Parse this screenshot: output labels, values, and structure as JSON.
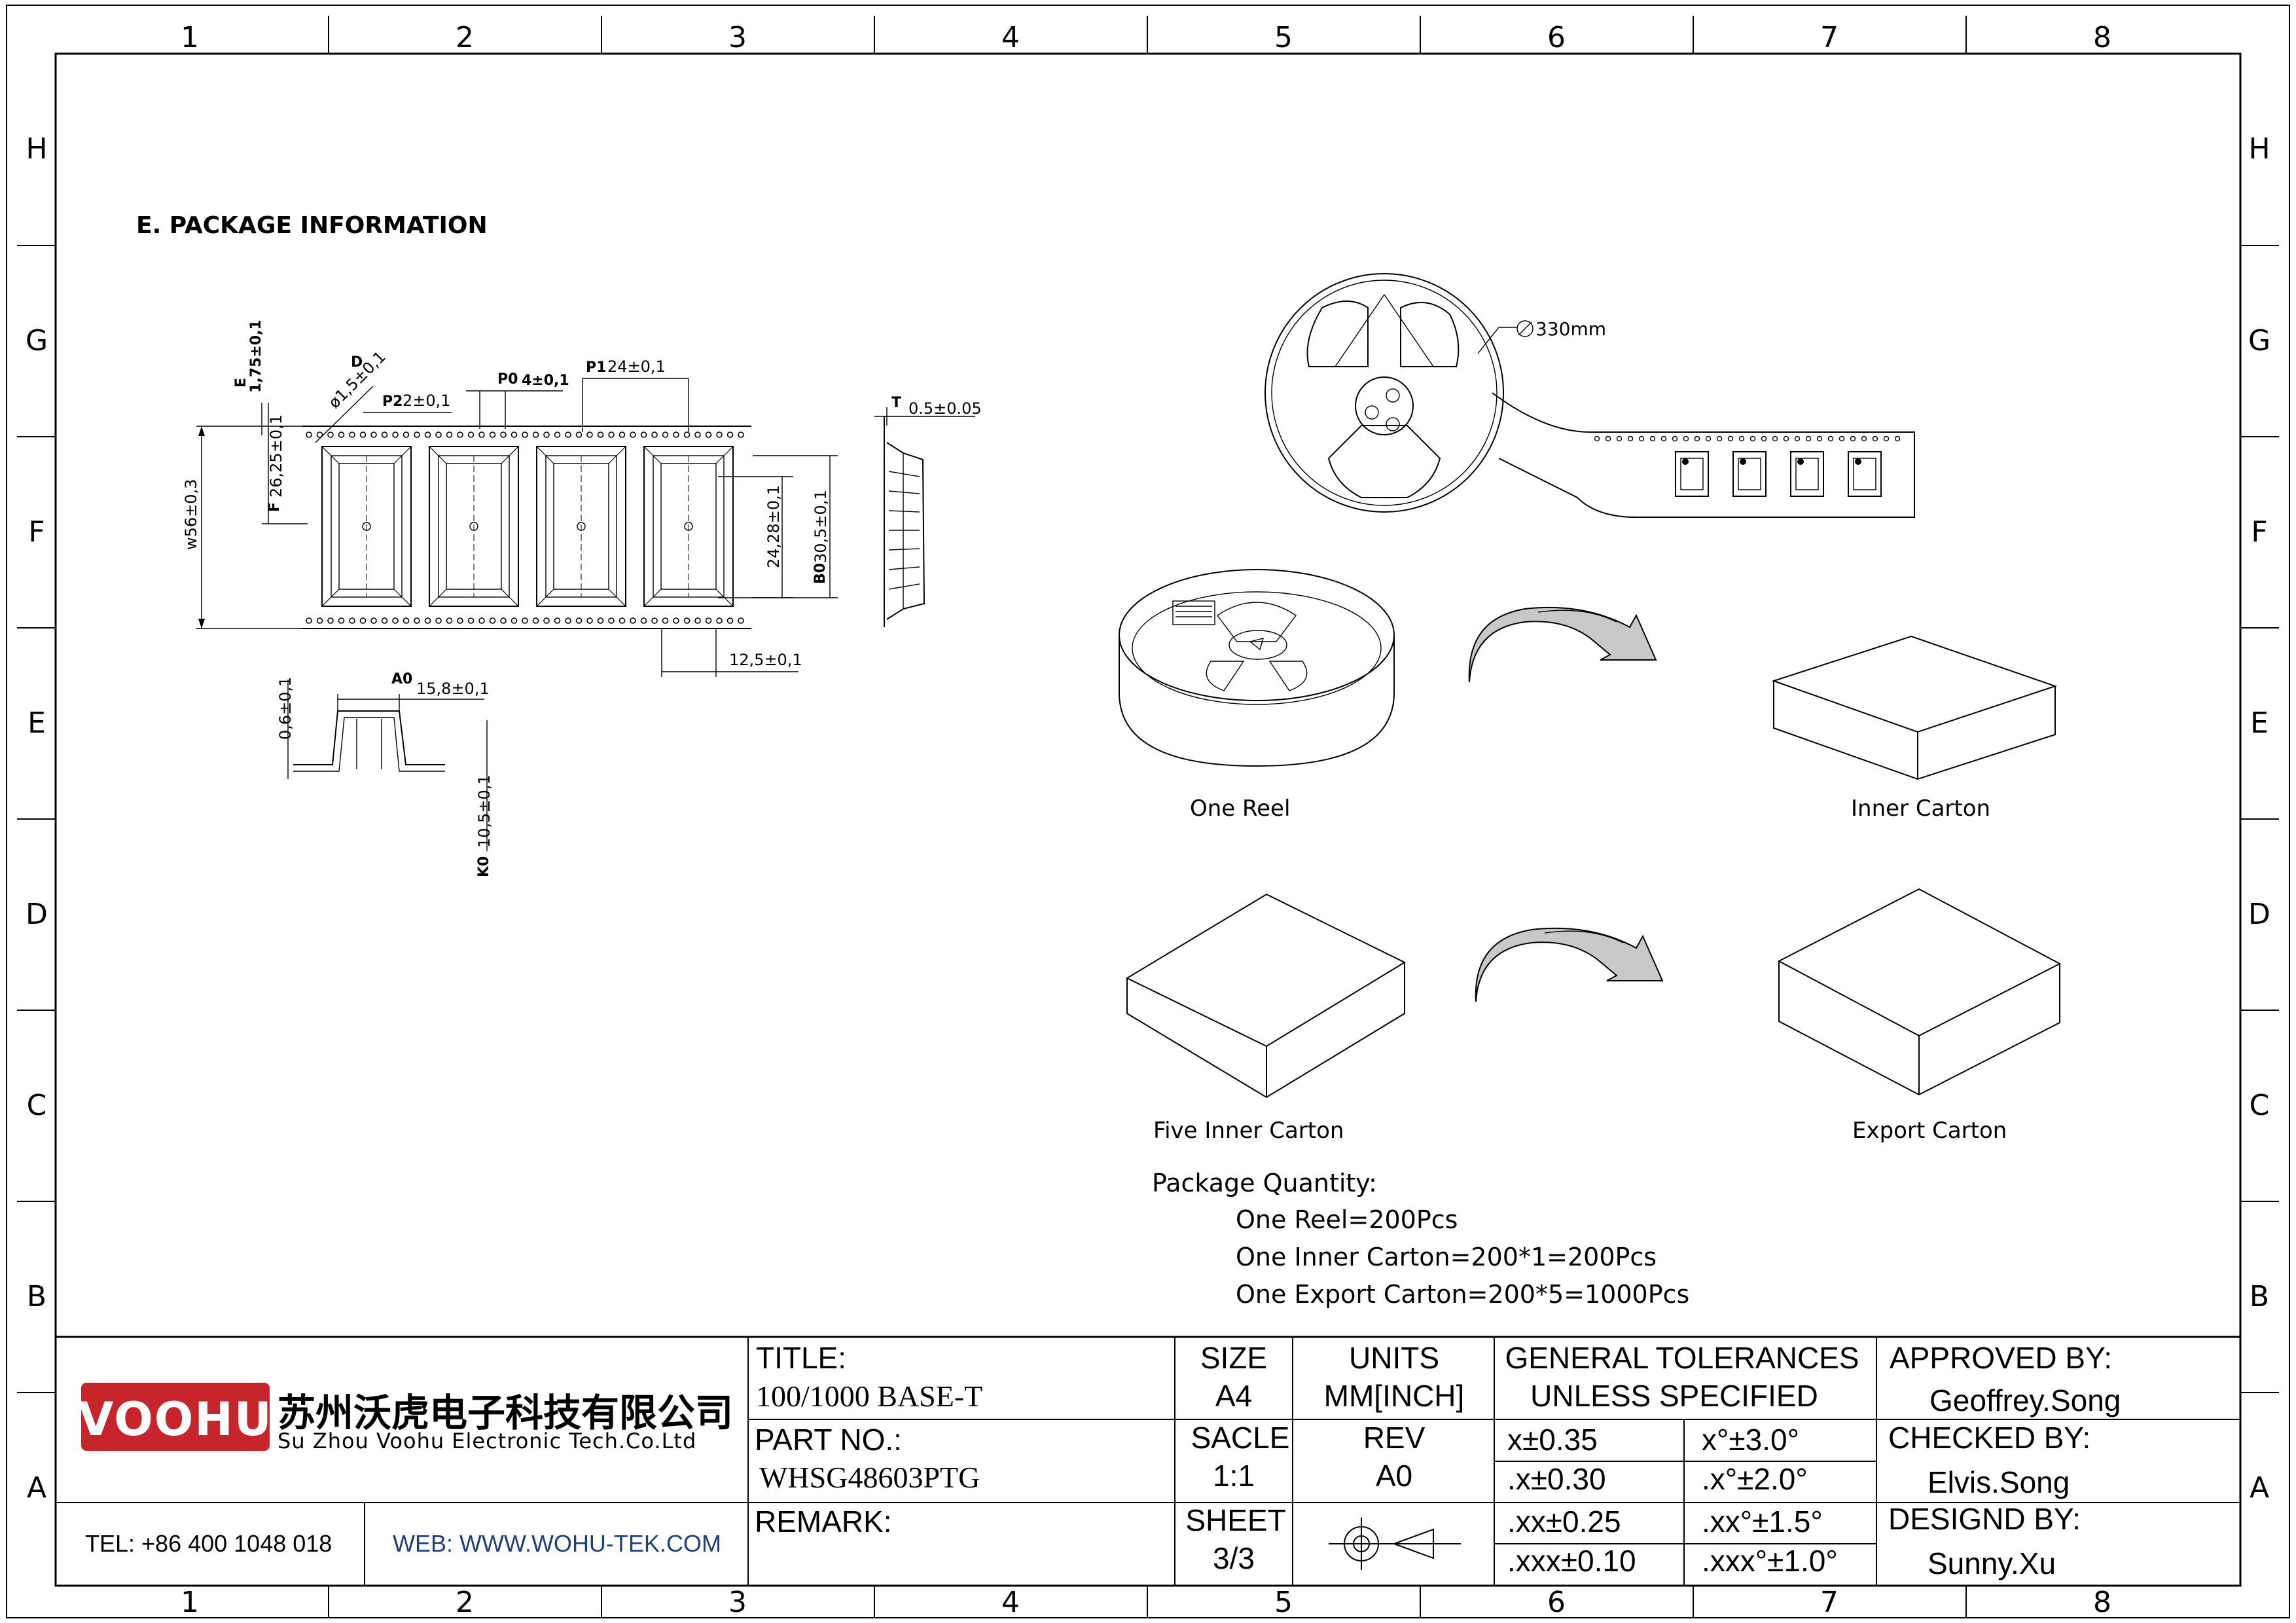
{
  "zones": {
    "columns": [
      "1",
      "2",
      "3",
      "4",
      "5",
      "6",
      "7",
      "8"
    ],
    "rows": [
      "H",
      "G",
      "F",
      "E",
      "D",
      "C",
      "B",
      "A"
    ]
  },
  "section_title": "E. PACKAGE INFORMATION",
  "tape_dims": {
    "E": "E",
    "E_val": "1,75±0,1",
    "D": "D",
    "D_val": "ø1,5±0,1",
    "P2": "P2",
    "P2_val": "2±0,1",
    "P0": "P0",
    "P0_val": "4±0,1",
    "P1": "P1",
    "P1_val": "24±0,1",
    "T": "T",
    "T_val": "0.5±0.05",
    "F": "F",
    "F_val": "26,25±0,1",
    "W": "w56±0,3",
    "dim_2428": "24,28±0,1",
    "B0": "B0",
    "B0_val": "30,5±0,1",
    "dim_125": "12,5±0,1",
    "A0": "A0",
    "A0_val": "15,8±0,1",
    "dim_06": "0,6±0,1",
    "K0": "K0",
    "K0_val": "10,5±0,1"
  },
  "reel_diameter": "330mm",
  "captions": {
    "one_reel": "One  Reel",
    "inner_carton": "Inner Carton",
    "five_inner": "Five  Inner Carton",
    "export_carton": "Export Carton"
  },
  "package_quantity": {
    "heading": "Package Quantity:",
    "lines": [
      "One Reel=200Pcs",
      "One Inner Carton=200*1=200Pcs",
      "One Export Carton=200*5=1000Pcs"
    ]
  },
  "title_block": {
    "logo": "VOOHU",
    "company_cn": "苏州沃虎电子科技有限公司",
    "company_en": "Su Zhou Voohu Electronic Tech.Co.Ltd",
    "tel": "TEL: +86 400 1048 018",
    "web": "WEB: WWW.WOHU-TEK.COM",
    "title_label": "TITLE:",
    "title_value": "100/1000 BASE-T",
    "part_label": "PART NO.:",
    "part_value": "WHSG48603PTG",
    "remark_label": "REMARK:",
    "size_label": "SIZE",
    "size_value": "A4",
    "units_label": "UNITS",
    "units_value": "MM[INCH]",
    "scale_label": "SACLE",
    "scale_value": "1:1",
    "rev_label": "REV",
    "rev_value": "A0",
    "sheet_label": "SHEET",
    "sheet_value": "3/3",
    "tol_title_1": "GENERAL TOLERANCES",
    "tol_title_2": "UNLESS SPECIFIED",
    "tolerances": [
      [
        "x±0.35",
        "x°±3.0°"
      ],
      [
        ".x±0.30",
        ".x°±2.0°"
      ],
      [
        ".xx±0.25",
        ".xx°±1.5°"
      ],
      [
        ".xxx±0.10",
        ".xxx°±1.0°"
      ]
    ],
    "approved_label": "APPROVED BY:",
    "approved_value": "Geoffrey.Song",
    "checked_label": "CHECKED BY:",
    "checked_value": "Elvis.Song",
    "designed_label": "DESIGND BY:",
    "designed_value": "Sunny.Xu"
  },
  "colors": {
    "logo_bg": "#c8242b",
    "web_text": "#1f3f7a",
    "arrow_fill": "#c8c8c8"
  }
}
